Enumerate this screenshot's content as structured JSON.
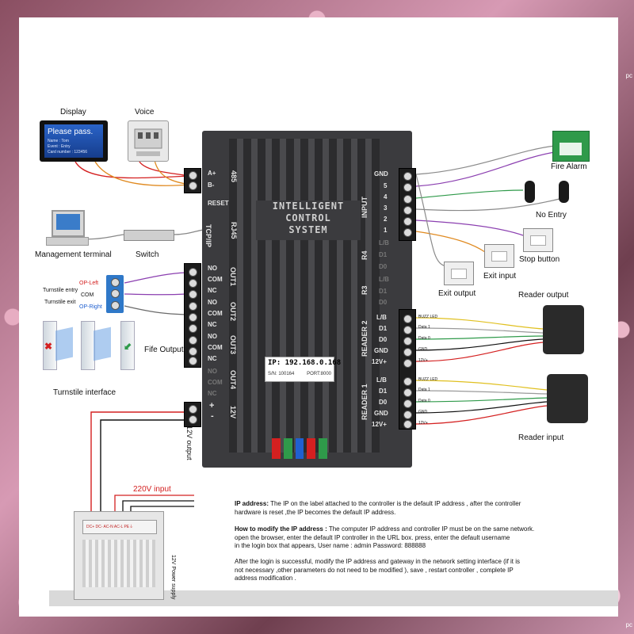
{
  "controller": {
    "title_lines": [
      "INTELLIGENT",
      "CONTROL",
      "SYSTEM"
    ],
    "ip_label": "IP: 192.168.0.168",
    "sn_label": "S/N: 100164",
    "port_label": "PORT:8000",
    "left_terms": {
      "a_plus": "A+",
      "b_minus": "B-",
      "rs485": "485",
      "reset": "RESET",
      "rj45": "RJ45",
      "tcpip": "TCP/IP",
      "no": "NO",
      "com": "COM",
      "nc": "NC",
      "out1": "OUT1",
      "out2": "OUT2",
      "out3": "OUT3",
      "out4": "OUT4",
      "plus": "+",
      "minus": "-",
      "v12": "12V"
    },
    "right_terms": {
      "gnd": "GND",
      "p5": "5",
      "p4": "4",
      "p3": "3",
      "p2": "2",
      "p1": "1",
      "input": "INPUT",
      "lb": "L/B",
      "d1": "D1",
      "d0": "D0",
      "r4": "R4",
      "r3": "R3",
      "reader2": "READER 2",
      "reader1": "READER 1",
      "v12p": "12V+"
    },
    "led_colors": [
      "#d42020",
      "#2f9a4a",
      "#2060d0",
      "#d42020",
      "#2f9a4a"
    ]
  },
  "devices": {
    "display": "Display",
    "display_screen": [
      "Please pass.",
      "Name : Tom",
      "Event : Entry",
      "Card number : 123456"
    ],
    "voice": "Voice",
    "management_terminal": "Management terminal",
    "switch": "Switch",
    "turnstile_entry": "Turnstile entry",
    "turnstile_exit": "Turnstile exit",
    "op_left": "OP-Left",
    "com": "COM",
    "op_right": "OP-Right",
    "fife_output": "Fife Output",
    "turnstile_interface": "Turnstile interface",
    "fire_alarm": "Fire Alarm",
    "no_entry": "No Entry",
    "stop_button": "Stop button",
    "exit_input": "Exit input",
    "exit_output": "Exit output",
    "reader_output": "Reader output",
    "reader_input": "Reader input",
    "v12_output": "12V output",
    "v220_input": "220V input",
    "psu_label": "12V Power supply",
    "psu_terminals": "DC+  DC-  AC-N  AC-L  PE⏚",
    "wire_labels": [
      "BUZZ LED",
      "Data 1",
      "Data 0",
      "GND",
      "12V+"
    ]
  },
  "text": {
    "ip_heading": "IP address:",
    "ip_body": [
      "The IP on the label attached to the controller is the default IP address , after the controller",
      "hardware is reset ,the IP becomes the default IP address."
    ],
    "modify_heading": "How to modify the IP address :",
    "modify_body": [
      "The computer IP address and controller IP must be on the same network.",
      "open the browser, enter the default IP controller in the URL box.  press, enter  the default username",
      " in the login box that appears, User name : admin  Password: 888888"
    ],
    "after_body": [
      "After the login is successful, modify the IP address and gateway in the network setting interface (if it is",
      "not  necessary ,other  parameters do not need to be modified ),  save , restart  controller , complete  IP",
      "address modification ."
    ]
  },
  "corner": {
    "top": "pc",
    "bottom": "pc"
  }
}
